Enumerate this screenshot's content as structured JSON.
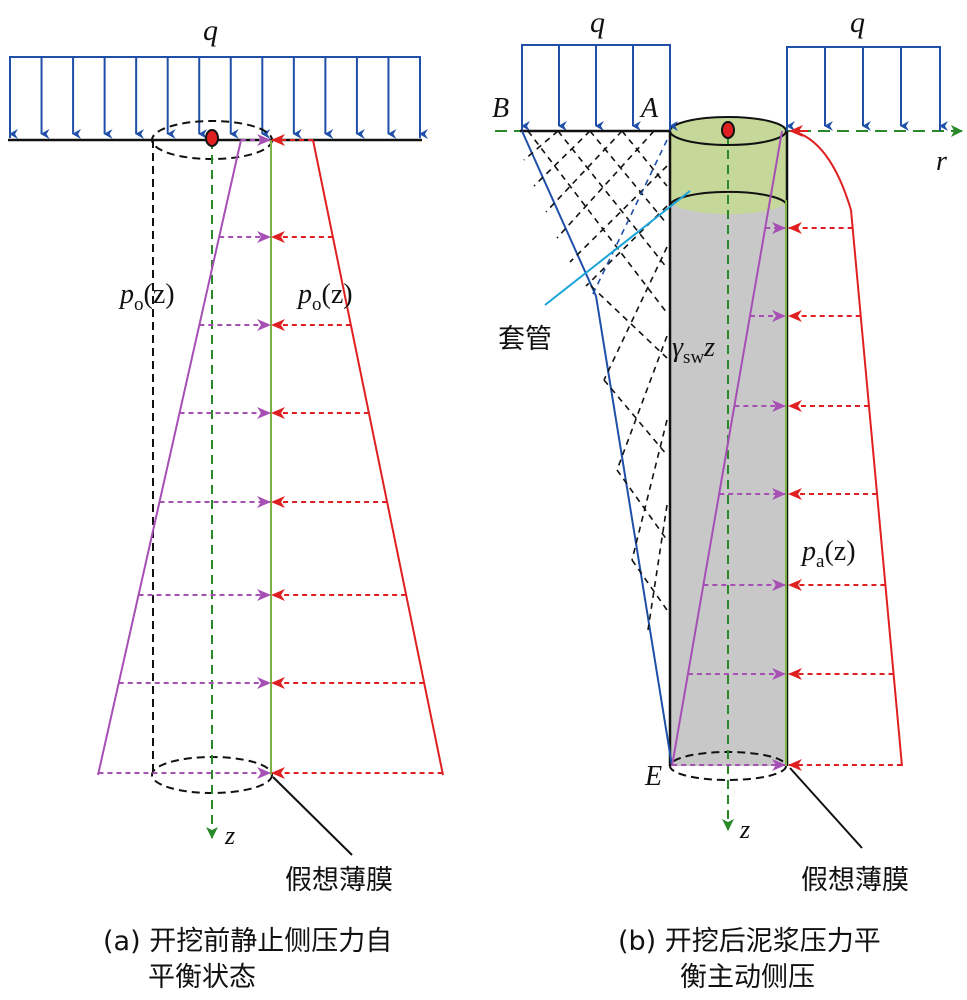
{
  "panel_a": {
    "load_label": "q",
    "pressure_left": {
      "main": "p",
      "sub": "o",
      "arg": "(z)"
    },
    "pressure_right": {
      "main": "p",
      "sub": "o",
      "arg": "(z)"
    },
    "axis_z": "z",
    "membrane_label": "假想薄膜",
    "caption_line1": "(a)  开挖前静止侧压力自",
    "caption_line2": "平衡状态"
  },
  "panel_b": {
    "load_left": "q",
    "load_right": "q",
    "point_b": "B",
    "point_a": "A",
    "point_e": "E",
    "axis_r": "r",
    "axis_z": "z",
    "casing_label": "套管",
    "slurry": {
      "main": "γ",
      "sub": "sw",
      "arg": "z"
    },
    "active": {
      "main": "p",
      "sub": "a",
      "arg": "(z)"
    },
    "membrane_label": "假想薄膜",
    "caption_line1": "(b)  开挖后泥浆压力平",
    "caption_line2": "衡主动侧压"
  },
  "colors": {
    "load_blue": "#1f4fa8",
    "magenta": "#a64fb5",
    "red": "#e02020",
    "green": "#2a8a2a",
    "membrane_green": "#7cb342",
    "casing_fill": "#c5d89a",
    "slurry_fill": "#c8c8c8",
    "cyan": "#1aa3d9"
  }
}
